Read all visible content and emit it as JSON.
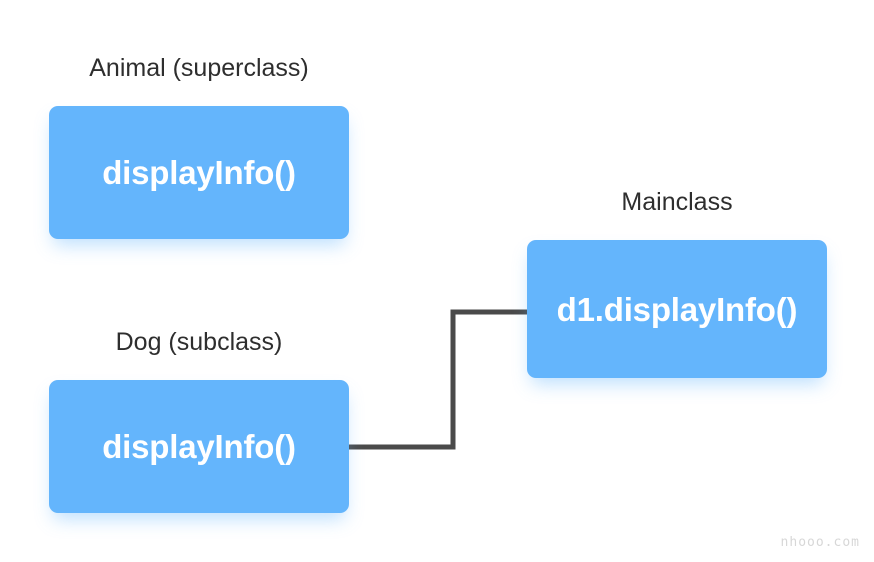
{
  "diagram": {
    "type": "class-inheritance-method-overriding",
    "background_color": "#ffffff",
    "box_color": "#64b5fc",
    "box_text_color": "#ffffff",
    "label_text_color": "#2e2e2e",
    "connector_color": "#4a4a4a",
    "nodes": [
      {
        "id": "animal",
        "label": "Animal (superclass)",
        "box_text": "displayInfo()"
      },
      {
        "id": "dog",
        "label": "Dog (subclass)",
        "box_text": "displayInfo()"
      },
      {
        "id": "mainclass",
        "label": "Mainclass",
        "box_text": "d1.displayInfo()"
      }
    ],
    "connectors": [
      {
        "id": "mainclass-to-dog",
        "from": "mainclass",
        "to": "dog",
        "arrowhead": "to",
        "style": "orthogonal"
      }
    ]
  },
  "watermark": {
    "text": "nhooo.com"
  }
}
